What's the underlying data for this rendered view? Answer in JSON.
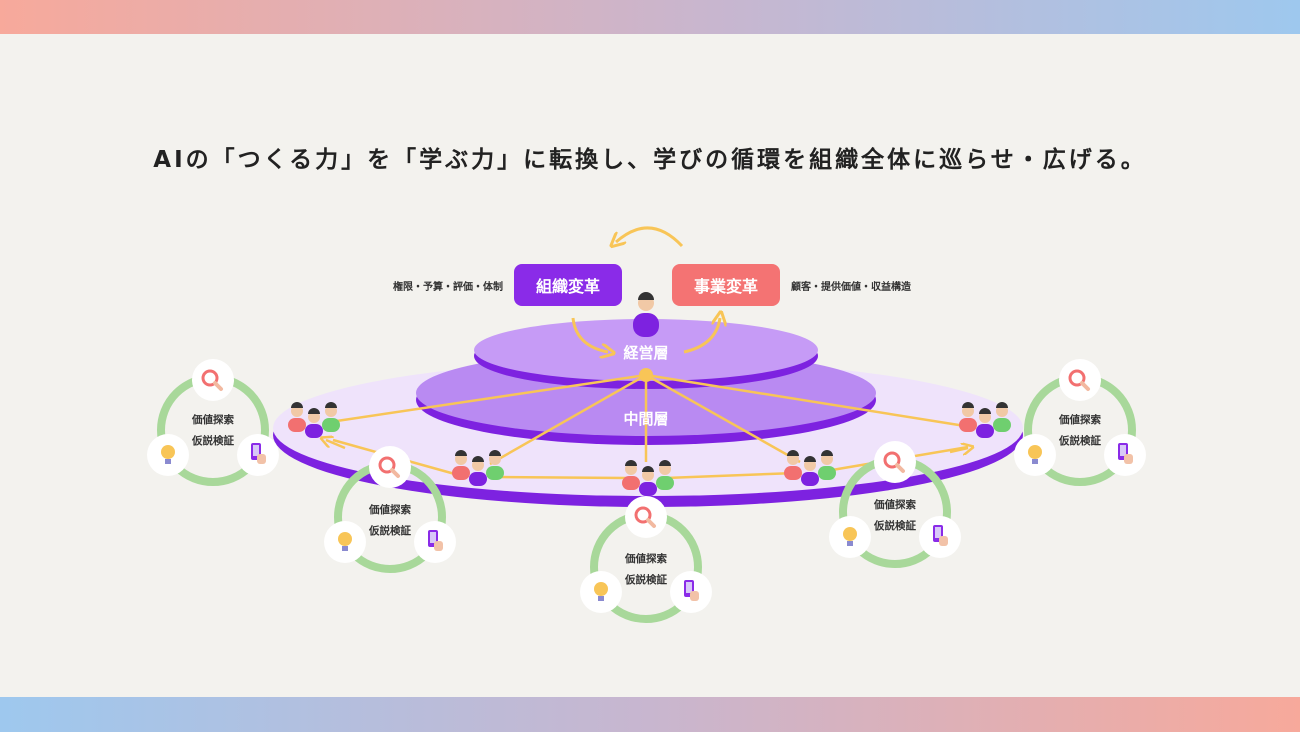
{
  "headline": "AIの「つくる力」を「学ぶ力」に転換し、学びの循環を組織全体に巡らせ・広げる。",
  "org_change": {
    "label": "組織変革",
    "note": "権限・予算・評価・体制",
    "color": "#8a2be8"
  },
  "biz_change": {
    "label": "事業変革",
    "note": "顧客・提供価値・収益構造",
    "color": "#f47373"
  },
  "layers": {
    "top": "経営層",
    "middle": "中間層"
  },
  "cycle": {
    "line1": "価値探索",
    "line2": "仮説検証",
    "ring_color": "#a8d89a"
  },
  "colors": {
    "accent_purple": "#8a2be8",
    "accent_coral": "#f47373",
    "arrow_yellow": "#f8c557",
    "person_red": "#f27070",
    "person_green": "#6fcf6f"
  }
}
